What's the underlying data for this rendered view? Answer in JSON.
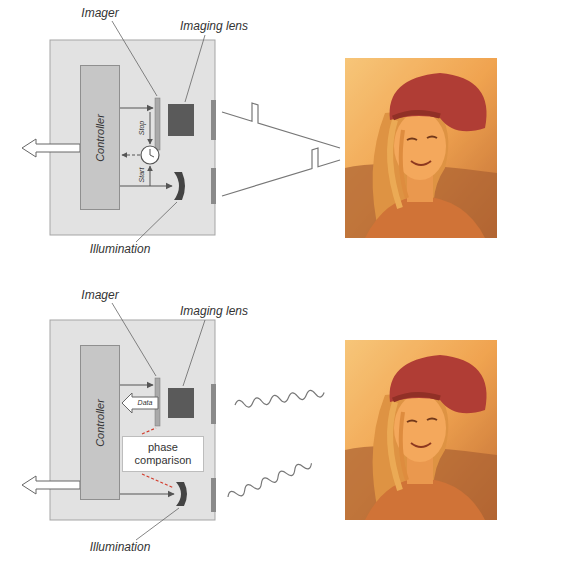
{
  "diagram": {
    "nodes": [
      {
        "text": [
          "Controller"
        ]
      },
      {
        "text": [
          "Controller"
        ]
      },
      {
        "text": [
          "phase comparison"
        ]
      }
    ],
    "labels": [
      "Imager",
      "Imaging lens",
      "Stop",
      "Start",
      "Illumination",
      "Imager",
      "Imaging lens",
      "Data",
      "Illumination"
    ]
  }
}
